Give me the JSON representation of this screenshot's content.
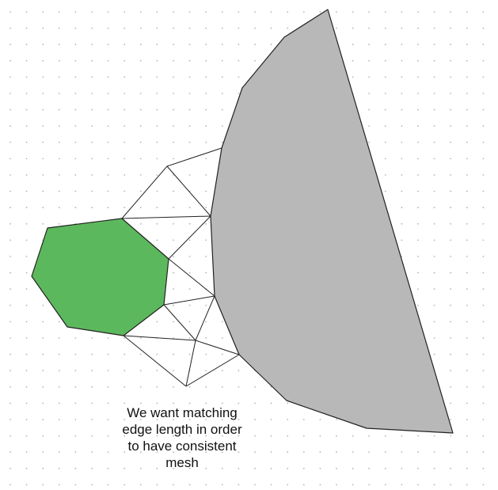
{
  "canvas": {
    "background": "#ffffff",
    "grid_dot_color": "#b5b5b5",
    "grid": true
  },
  "shapes": {
    "left_polygon": {
      "kind": "heptagon",
      "fill": "#5cb85c",
      "stroke": "#222222"
    },
    "right_polygon": {
      "kind": "large-polygon",
      "fill": "#b8b8b8",
      "stroke": "#222222"
    },
    "mesh": {
      "kind": "triangle-mesh",
      "stroke": "#222222",
      "fill": "#ffffff"
    }
  },
  "caption": {
    "lines": [
      "We want matching",
      "edge length in order",
      "to have consistent",
      "mesh"
    ]
  }
}
